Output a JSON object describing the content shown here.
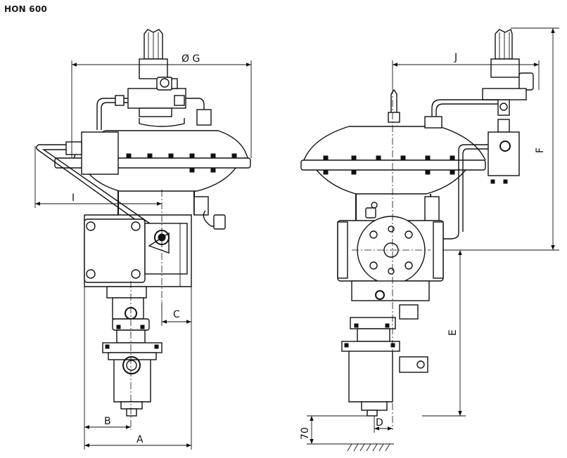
{
  "title": "HON 600",
  "dimensions": {
    "A": "A",
    "B": "B",
    "C": "C",
    "D": "D",
    "E": "E",
    "F": "F",
    "G": "Ø G",
    "I": "I",
    "J": "J",
    "height": "70"
  }
}
